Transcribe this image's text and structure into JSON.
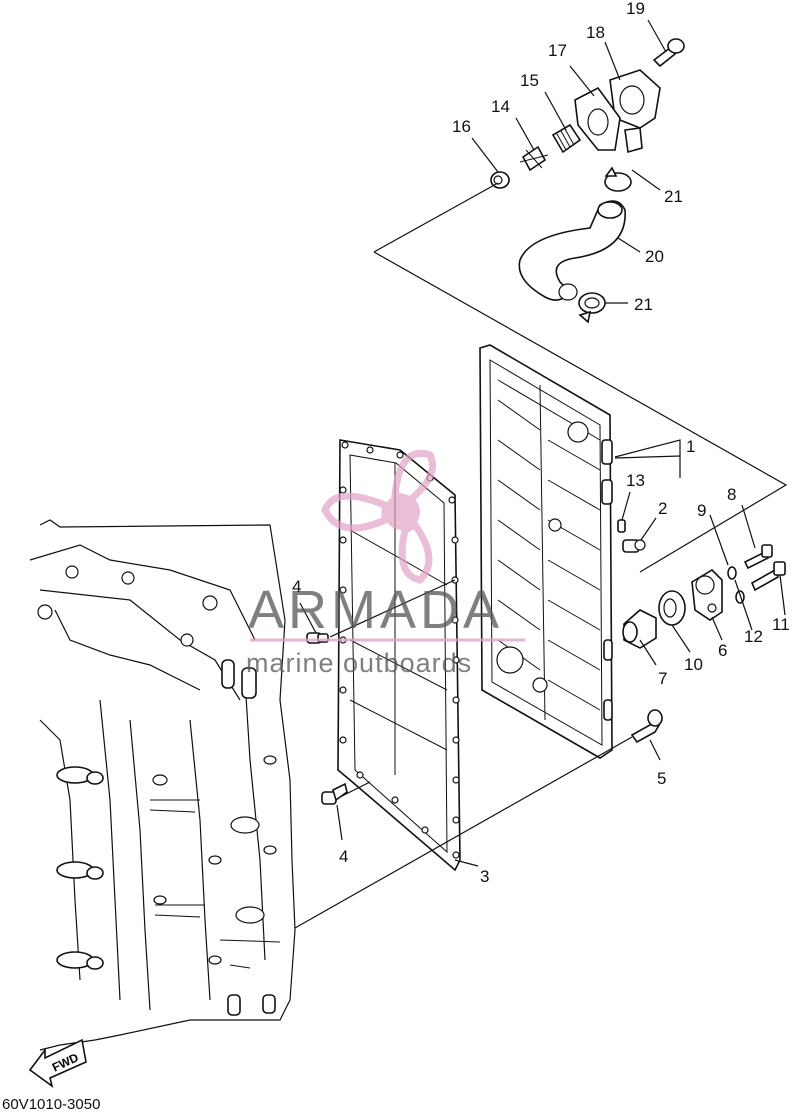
{
  "diagram_code": "60V1010-3050",
  "fwd_label": "FWD",
  "watermark": {
    "brand": "ARMADA",
    "tagline": "marine outboards",
    "color": "#e0a3c6"
  },
  "callouts": [
    {
      "id": "1",
      "label": "1"
    },
    {
      "id": "2",
      "label": "2"
    },
    {
      "id": "3",
      "label": "3"
    },
    {
      "id": "4a",
      "label": "4"
    },
    {
      "id": "4b",
      "label": "4"
    },
    {
      "id": "5",
      "label": "5"
    },
    {
      "id": "6",
      "label": "6"
    },
    {
      "id": "7",
      "label": "7"
    },
    {
      "id": "8",
      "label": "8"
    },
    {
      "id": "9",
      "label": "9"
    },
    {
      "id": "10",
      "label": "10"
    },
    {
      "id": "11",
      "label": "11"
    },
    {
      "id": "12",
      "label": "12"
    },
    {
      "id": "13",
      "label": "13"
    },
    {
      "id": "14",
      "label": "14"
    },
    {
      "id": "15",
      "label": "15"
    },
    {
      "id": "16",
      "label": "16"
    },
    {
      "id": "17",
      "label": "17"
    },
    {
      "id": "18",
      "label": "18"
    },
    {
      "id": "19",
      "label": "19"
    },
    {
      "id": "20",
      "label": "20"
    },
    {
      "id": "21a",
      "label": "21"
    },
    {
      "id": "21b",
      "label": "21"
    }
  ]
}
